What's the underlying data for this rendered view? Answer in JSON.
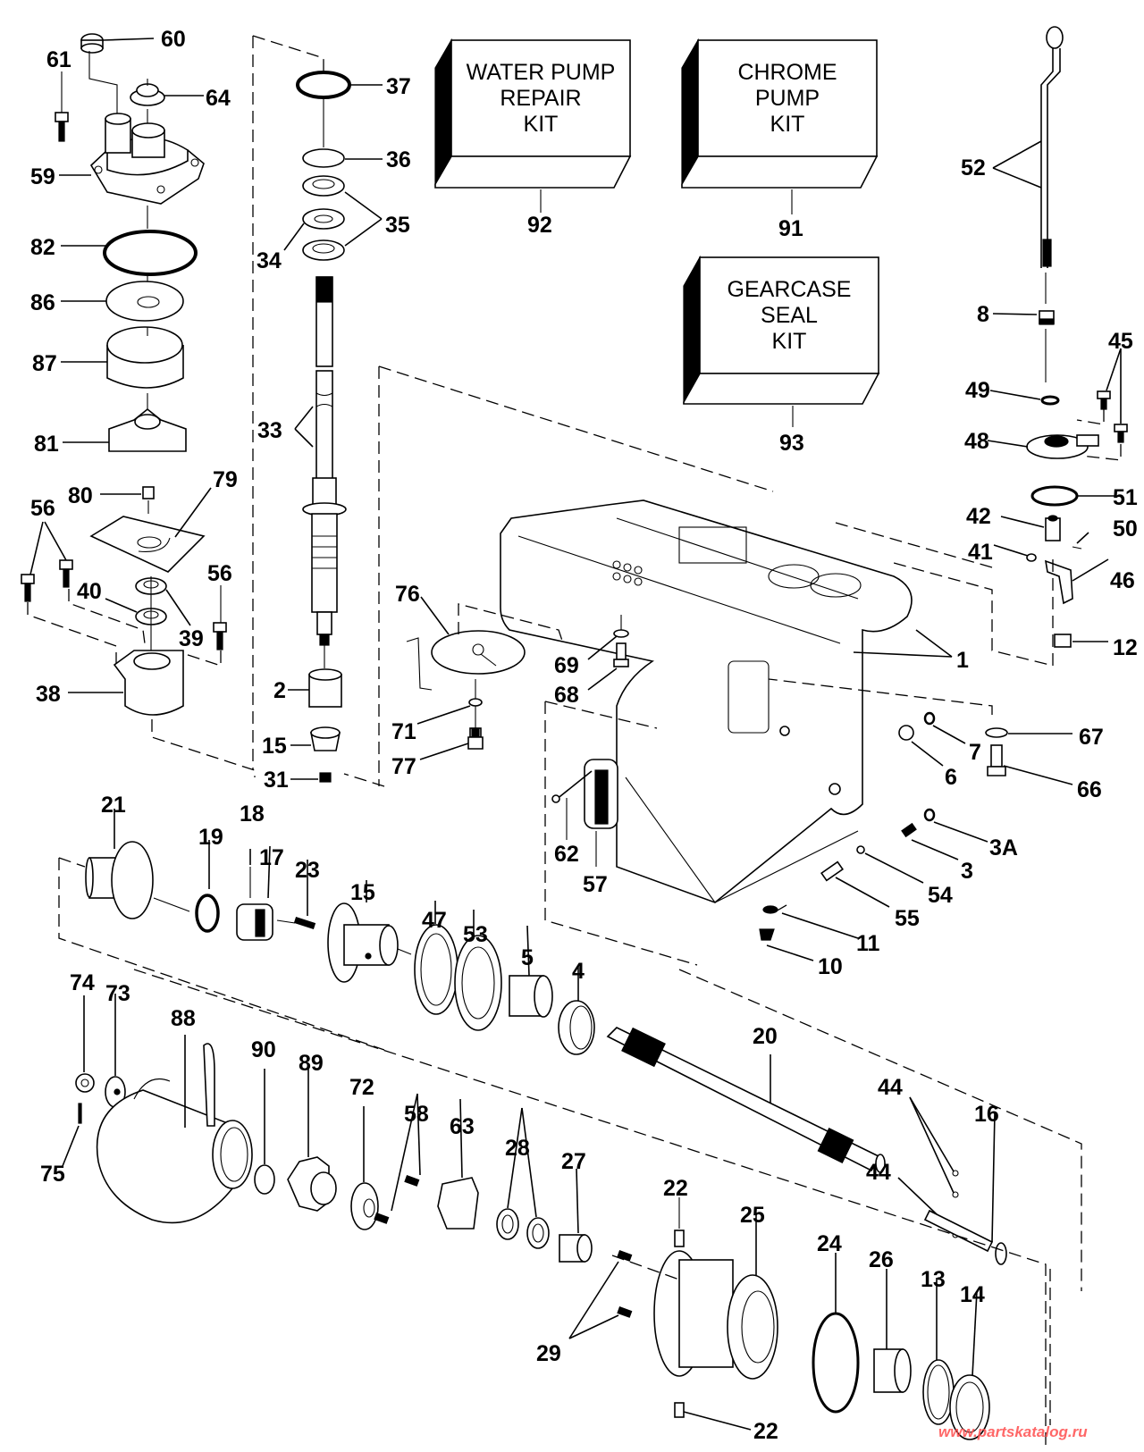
{
  "diagram": {
    "title": "Gearcase exploded parts diagram",
    "kits": [
      {
        "id": "92",
        "text": "WATER PUMP\nREPAIR\nKIT"
      },
      {
        "id": "91",
        "text": "CHROME\nPUMP\nKIT"
      },
      {
        "id": "93",
        "text": "GEARCASE\nSEAL\nKIT"
      }
    ],
    "callouts": {
      "c60": "60",
      "c61": "61",
      "c64": "64",
      "c59": "59",
      "c82": "82",
      "c86": "86",
      "c87": "87",
      "c81": "81",
      "c80": "80",
      "c79": "79",
      "c56a": "56",
      "c56b": "56",
      "c40": "40",
      "c39": "39",
      "c38": "38",
      "c37": "37",
      "c36": "36",
      "c35": "35",
      "c34": "34",
      "c33": "33",
      "c2": "2",
      "c15a": "15",
      "c31": "31",
      "c92": "92",
      "c91": "91",
      "c93": "93",
      "c52": "52",
      "c8": "8",
      "c45": "45",
      "c49": "49",
      "c48": "48",
      "c51": "51",
      "c42": "42",
      "c50": "50",
      "c41": "41",
      "c46": "46",
      "c12": "12",
      "c1": "1",
      "c76": "76",
      "c69": "69",
      "c68": "68",
      "c71": "71",
      "c77": "77",
      "c67": "67",
      "c7": "7",
      "c6": "6",
      "c66": "66",
      "c3a": "3A",
      "c3": "3",
      "c54": "54",
      "c55": "55",
      "c11": "11",
      "c10": "10",
      "c62": "62",
      "c57": "57",
      "c21": "21",
      "c19": "19",
      "c18": "18",
      "c17": "17",
      "c23": "23",
      "c15b": "15",
      "c47": "47",
      "c53": "53",
      "c5": "5",
      "c4": "4",
      "c20": "20",
      "c44a": "44",
      "c44b": "44",
      "c16": "16",
      "c74": "74",
      "c73": "73",
      "c75": "75",
      "c88": "88",
      "c90": "90",
      "c89": "89",
      "c72": "72",
      "c58": "58",
      "c63": "63",
      "c28": "28",
      "c27": "27",
      "c22a": "22",
      "c22b": "22",
      "c25": "25",
      "c29": "29",
      "c24": "24",
      "c26": "26",
      "c13": "13",
      "c14": "14"
    },
    "watermark": "www.partskatalog.ru"
  }
}
